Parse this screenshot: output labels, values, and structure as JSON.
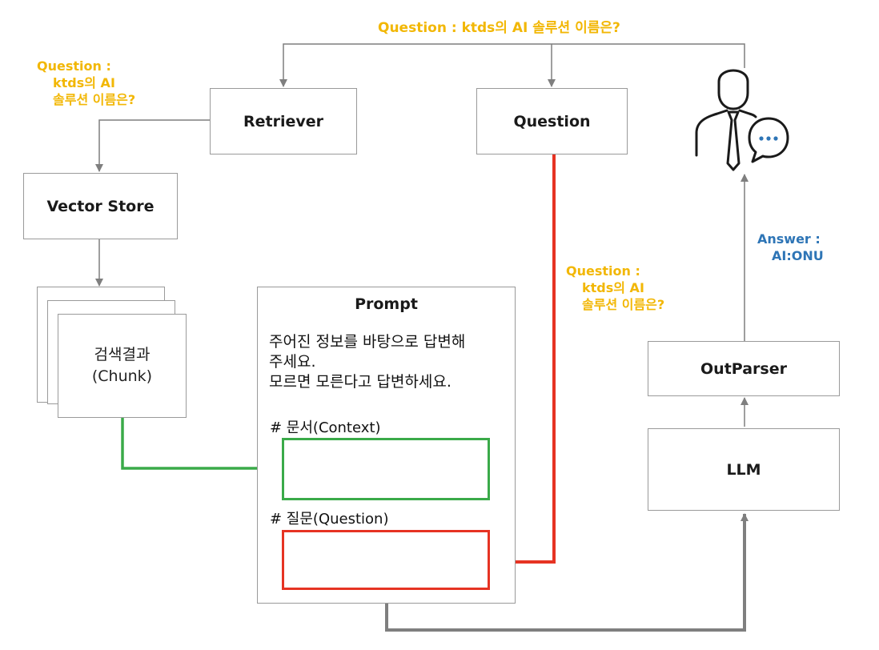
{
  "colors": {
    "question_label": "#f2b705",
    "answer_label": "#2e75b6",
    "context_flow": "#3aaa49",
    "question_flow": "#e63323",
    "gray_flow": "#7f7f7f"
  },
  "top_question_label": "Question : ktds의 AI 솔루션 이름은?",
  "left_question_label": [
    "Question :",
    "ktds의 AI",
    "솔루션 이름은?"
  ],
  "mid_question_label": [
    "Question :",
    "ktds의 AI",
    "솔루션 이름은?"
  ],
  "answer_label": [
    "Answer :",
    "AI:ONU"
  ],
  "nodes": {
    "retriever": "Retriever",
    "question": "Question",
    "vector_store": "Vector Store",
    "outparser": "OutParser",
    "llm": "LLM"
  },
  "chunk": {
    "line1": "검색결과",
    "line2": "(Chunk)"
  },
  "prompt": {
    "title": "Prompt",
    "instruction": [
      "주어진 정보를 바탕으로 답변해",
      "주세요.",
      "모르면 모른다고 답변하세요."
    ],
    "context_label": "# 문서(Context)",
    "question_label": "# 질문(Question)"
  },
  "user_icon": "user-chat-icon"
}
